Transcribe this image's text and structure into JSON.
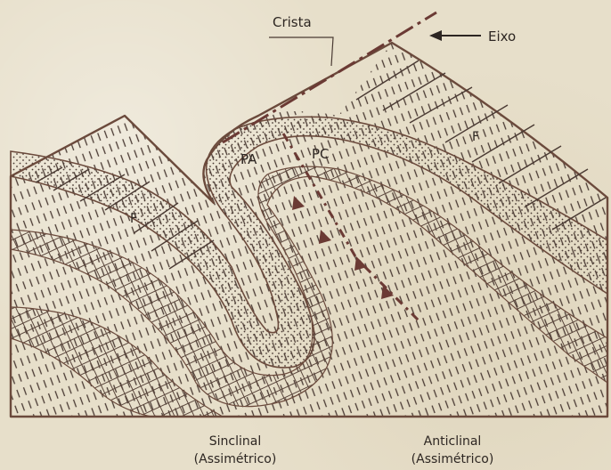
{
  "labels": {
    "crest": "Crista",
    "axis": "Eixo",
    "axial_plane": "PA",
    "crest_plane": "PC",
    "flank_left": "F",
    "flank_right": "F",
    "syncline_line1": "Sinclinal",
    "syncline_line2": "(Assimétrico)",
    "anticline_line1": "Anticlinal",
    "anticline_line2": "(Assimétrico)"
  },
  "colors": {
    "outline": "#6b4a3c",
    "axis_line": "#6b3a34",
    "text": "#2d2622",
    "paper": "#e7dfca"
  }
}
